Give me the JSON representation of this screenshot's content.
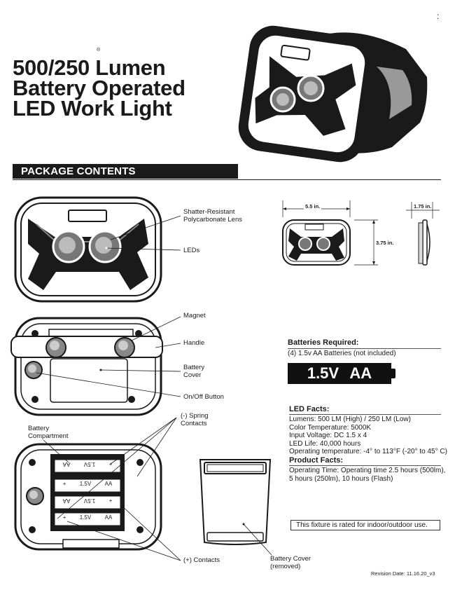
{
  "top_mark": ":",
  "reg_mark": "®",
  "title_lines": [
    "500/250 Lumen",
    "Battery Operated",
    "LED Work Light"
  ],
  "section_banner": "PACKAGE CONTENTS",
  "front_callouts": {
    "lens": [
      "Shatter-Resistant",
      "Polycarbonate Lens"
    ],
    "leds": "LEDs"
  },
  "dimensions": {
    "width": "5.5 in.",
    "height": "3.75 in.",
    "depth": "1.75 in."
  },
  "back_callouts": {
    "magnet": "Magnet",
    "handle": "Handle",
    "battery_cover": [
      "Battery",
      "Cover"
    ],
    "on_off": "On/Off Button"
  },
  "compartment_callouts": {
    "battery_compartment": [
      "Battery",
      "Compartment"
    ],
    "spring_contacts": [
      "(-) Spring",
      "Contacts"
    ],
    "plus_contacts": "(+) Contacts",
    "cover_removed": [
      "Battery Cover",
      "(removed)"
    ]
  },
  "batteries": {
    "title": "Batteries Required:",
    "text": "(4) 1.5v AA Batteries (not included)",
    "image_label": "1.5V AA",
    "cell_label": "1.5V",
    "cell_type": "AA",
    "plus": "+"
  },
  "led_facts": {
    "title": "LED Facts:",
    "lines": [
      "Lumens: 500 LM (High) / 250 LM (Low)",
      "Color Temperature: 5000K",
      "Input Voltage: DC 1.5 x 4",
      "LED Life: 40,000 hours",
      "Operating temperature: -4° to 113°F (-20° to 45° C)"
    ]
  },
  "product_facts": {
    "title": "Product Facts:",
    "lines": [
      "Operating Time: Operating time 2.5 hours (500lm),",
      "5 hours (250lm), 10 hours (Flash)"
    ]
  },
  "notice": "This fixture is rated for indoor/outdoor use.",
  "revision": "Revision Date: 11.16.20_v3"
}
